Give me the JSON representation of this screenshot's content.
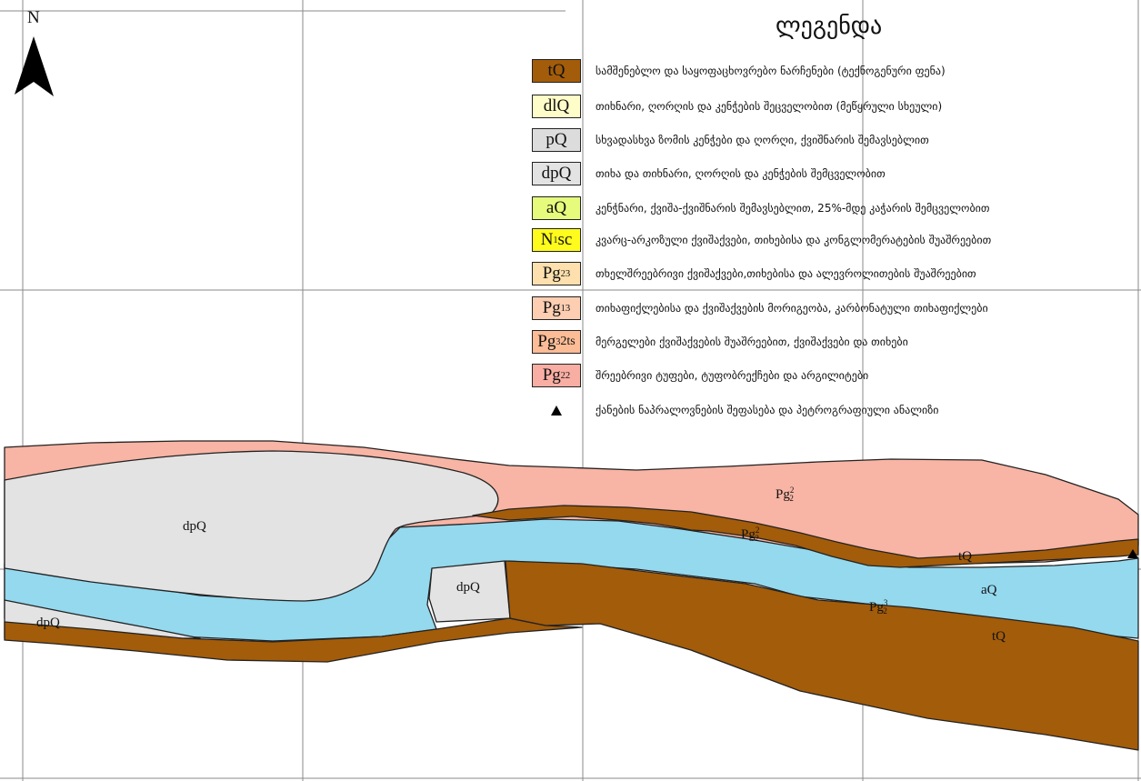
{
  "north_label": "N",
  "legend": {
    "title": "ლეგენდა",
    "items": [
      {
        "code": "tQ",
        "color": "#a35c0a",
        "text": "სამშენებლო და საყოფაცხოვრებო ნარჩენები (ტექნოგენური ფენა)"
      },
      {
        "code": "dlQ",
        "color": "#fefcc8",
        "text": "თიხნარი, ღორღის და კენჭების შეცველობით (მეწყრული სხეული)"
      },
      {
        "code": "pQ",
        "color": "#dcdcdc",
        "text": "სხვადასხვა ზომის კენჭები და ღორღი, ქვიშნარის შემავსებლით"
      },
      {
        "code": "dpQ",
        "color": "#e3e3e3",
        "text": "თიხა და თიხნარი, ღორღის და კენჭების შემცველობით"
      },
      {
        "code": "aQ",
        "color": "#e6fb7c",
        "text": "კენჭნარი, ქვიშა-ქვიშნარის შემავსებლით,  25%-მდე კაჭარის შემცველობით"
      },
      {
        "code": "N",
        "sup": "1",
        "tail": "sc",
        "color": "#fffb1c",
        "text": "კვარც-არკოზული ქვიშაქვები, თიხებისა და კონგლომერატების შუაშრეებით"
      },
      {
        "code": "Pg",
        "sup": "2",
        "tail": "3",
        "color": "#fde0ad",
        "text": "თხელშრეებრივი ქვიშაქვები,თიხებისა და ალევროლითების შუაშრეებით"
      },
      {
        "code": "Pg",
        "sup": "1",
        "tail": "3",
        "color": "#fdceb2",
        "text": "თიხაფიქლებისა და ქვიშაქვების მორიგეობა, კარბონატული თიხაფიქლები"
      },
      {
        "code": "Pg",
        "sup": "3",
        "tail": "2ts",
        "color": "#fbbc96",
        "text": "მერგელები ქვიშაქვების შუაშრეებით, ქვიშაქვები და თიხები"
      },
      {
        "code": "Pg",
        "sup": "2",
        "tail": "2",
        "color": "#f9aea4",
        "text": "შრეებრივი ტუფები, ტუფობრექჩები და არგილიტები"
      }
    ],
    "marker_text": "ქანების ნაპრალოვნების შეფასება და პეტროგრაფიული ანალიზი"
  },
  "section": {
    "colors": {
      "pg22": "#f8b4a4",
      "blue": "#94d9ee",
      "brown": "#a35c0a",
      "dpq": "#e3e3e3",
      "outline": "#222222"
    },
    "labels": {
      "dpq_main": "dpQ",
      "dpq_small": "dpQ",
      "dpq_left": "dpQ",
      "pg_top": {
        "base": "Pg",
        "sup": "2",
        "sub": "2"
      },
      "pg_mid": {
        "base": "Pg",
        "sup": "2",
        "sub": "2"
      },
      "pg_low": {
        "base": "Pg",
        "sup": "3",
        "sub": "2"
      },
      "tq_right": "tQ",
      "aq": "aQ",
      "tq_bottom": "tQ"
    }
  }
}
